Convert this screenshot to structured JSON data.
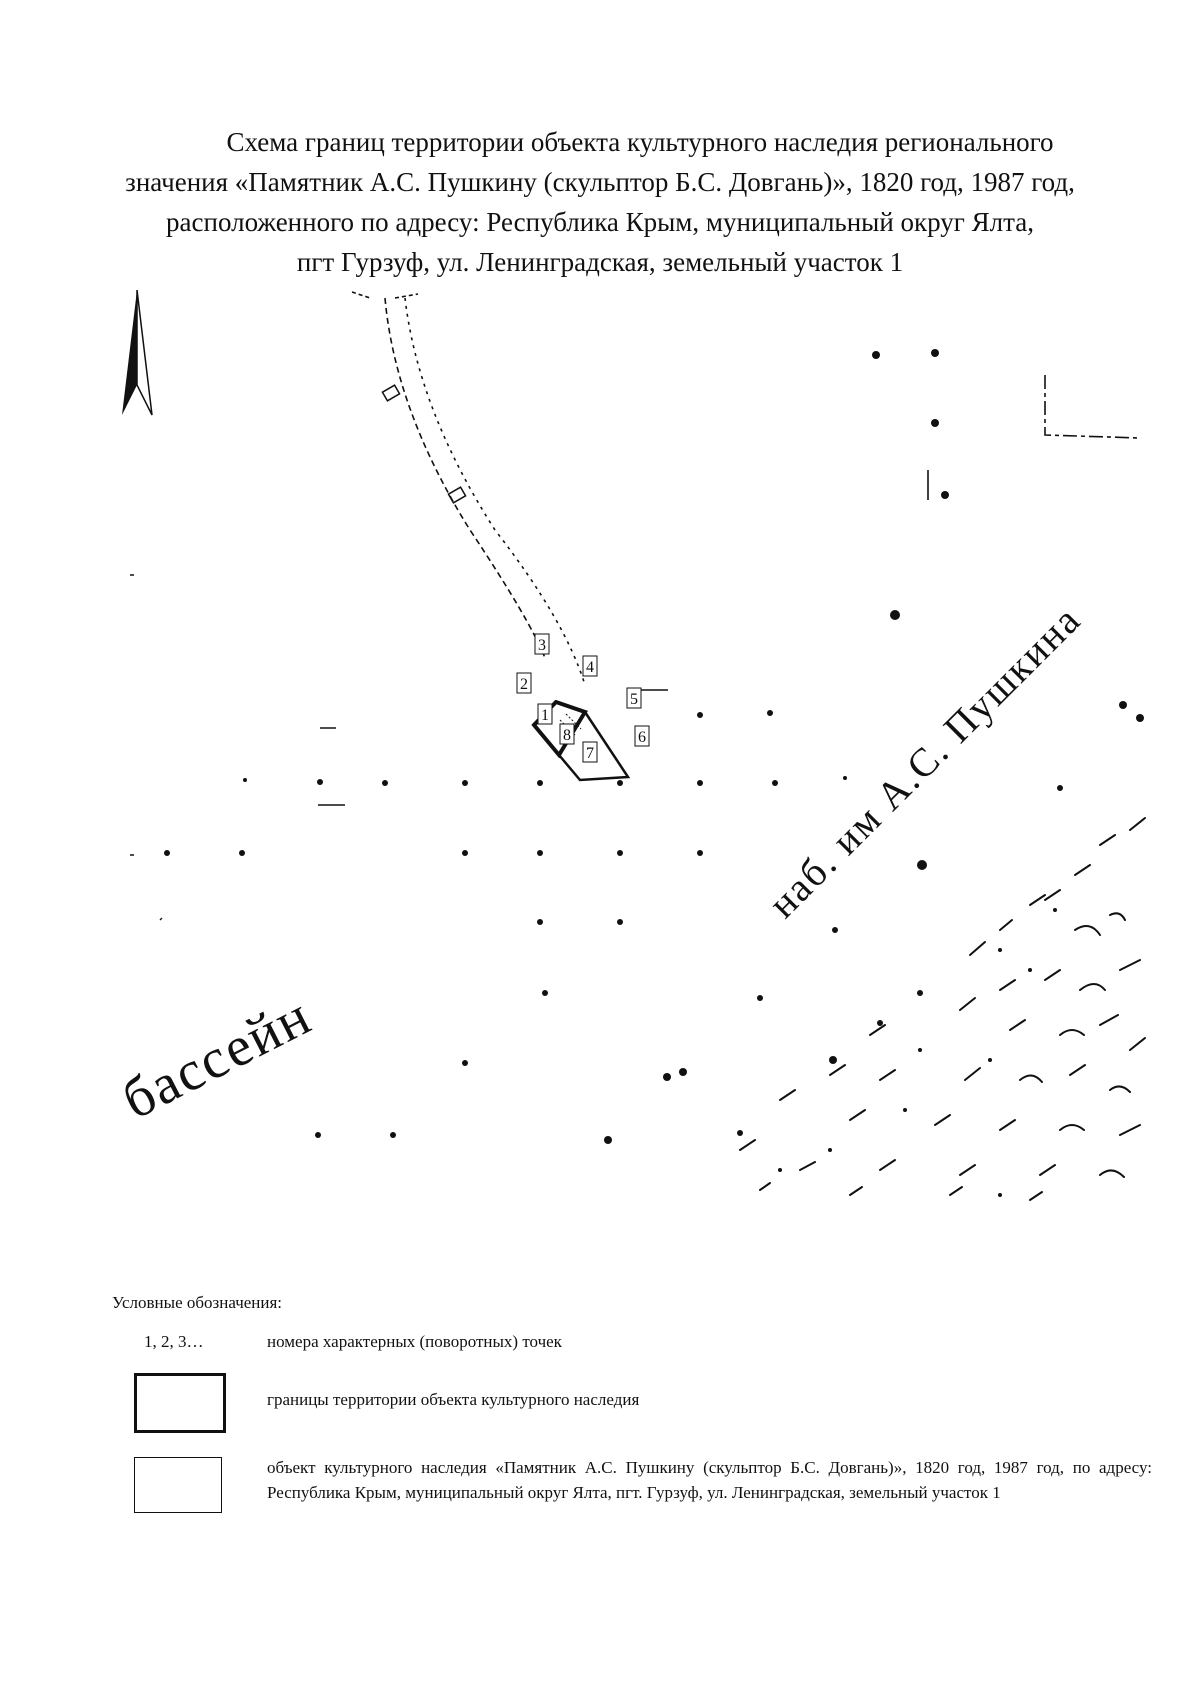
{
  "title": {
    "line1": "Схема границ территории объекта культурного наследия регионального",
    "line2": "значения «Памятник А.С. Пушкину (скульптор Б.С. Довгань)», 1820 год, 1987 год,",
    "line3": "расположенного по адресу: Республика Крым, муниципальный округ Ялта,",
    "line4": "пгт Гурзуф, ул. Ленинградская, земельный участок 1"
  },
  "map": {
    "street_label_1": "наб. им А.С. Пушкина",
    "street_label_2": "бассейн",
    "points": [
      "1",
      "2",
      "3",
      "4",
      "5",
      "6",
      "7",
      "8"
    ]
  },
  "legend": {
    "heading": "Условные обозначения:",
    "items": [
      {
        "symbol": "1, 2, 3…",
        "text": "номера характерных (поворотных) точек"
      },
      {
        "symbol": "",
        "text": "границы территории объекта культурного наследия"
      },
      {
        "symbol": "",
        "text": "объект культурного наследия «Памятник А.С. Пушкину (скульптор Б.С. Довгань)», 1820 год, 1987 год, по адресу: Республика Крым, муниципальный округ Ялта, пгт. Гурзуф, ул. Ленинградская, земельный участок 1"
      }
    ]
  }
}
